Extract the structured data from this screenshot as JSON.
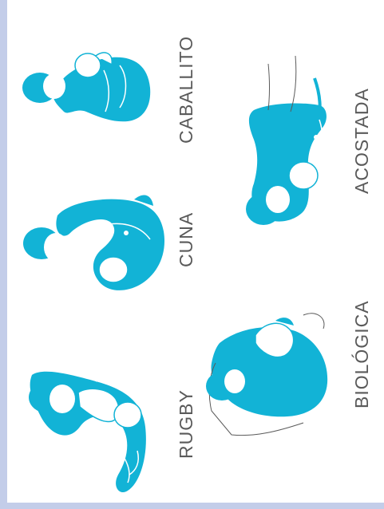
{
  "positions": [
    {
      "id": "rugby",
      "label": "RUGBY",
      "icon": "rugby-hold-icon"
    },
    {
      "id": "cuna",
      "label": "CUNA",
      "icon": "cradle-hold-icon"
    },
    {
      "id": "caballito",
      "label": "CABALLITO",
      "icon": "upright-hold-icon"
    },
    {
      "id": "biologica",
      "label": "BIOLÓGICA",
      "icon": "biological-nurturing-icon"
    },
    {
      "id": "acostada",
      "label": "ACOSTADA",
      "icon": "side-lying-icon"
    }
  ],
  "colors": {
    "figure": "#12b3d6",
    "outline": "#ffffff",
    "text": "#5a5a5a",
    "frame": "#c3cde9",
    "background": "#ffffff"
  }
}
